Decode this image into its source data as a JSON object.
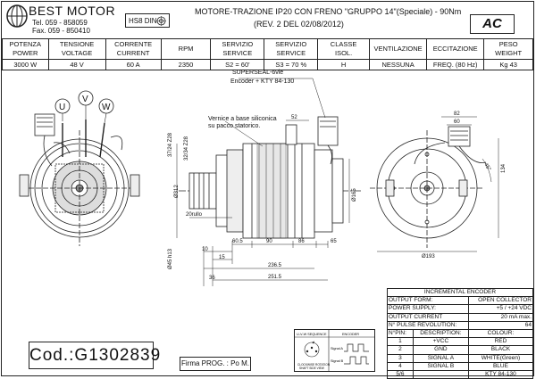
{
  "header": {
    "company": "BEST MOTOR",
    "tel": "Tel. 059 - 858059",
    "fax": "Fax. 059 - 850410",
    "hs_din": "HS8 DIN",
    "title_line1": "MOTORE-TRAZIONE IP20 CON FRENO \"GRUPPO 14\"(Speciale) - 90Nm",
    "title_line2": "(REV. 2 DEL 02/08/2012)",
    "brand": "AC"
  },
  "specs": {
    "columns": [
      {
        "h1": "POTENZA",
        "h2": "POWER",
        "value": "3000 W"
      },
      {
        "h1": "TENSIONE",
        "h2": "VOLTAGE",
        "value": "48 V"
      },
      {
        "h1": "CORRENTE",
        "h2": "CURRENT",
        "value": "60 A"
      },
      {
        "h1": "RPM",
        "h2": "",
        "value": "2350"
      },
      {
        "h1": "SERVIZIO",
        "h2": "SERVICE",
        "value": "S2 = 60'"
      },
      {
        "h1": "SERVIZIO",
        "h2": "SERVICE",
        "value": "S3 = 70 %"
      },
      {
        "h1": "CLASSE",
        "h2": "ISOL.",
        "value": "H"
      },
      {
        "h1": "VENTILAZIONE",
        "h2": "",
        "value": "NESSUNA"
      },
      {
        "h1": "ECCITAZIONE",
        "h2": "",
        "value": "FREQ. (80 Hz)"
      },
      {
        "h1": "PESO",
        "h2": "WEIGHT",
        "value": "Kg 43"
      }
    ]
  },
  "drawing": {
    "uvw": [
      "U",
      "V",
      "W"
    ],
    "superseal": "SUPERSEAL-6vie",
    "encoder_label": "Encoder + KTY 84-130",
    "varnish_1": "Vernice a base siliconica",
    "varnish_2": "su pacco statorico.",
    "dims_side": [
      "60.5",
      "90",
      "86",
      "65",
      "10",
      "15",
      "236.5",
      "36",
      "251.5",
      "52",
      "20",
      "20rullo",
      "Ø312",
      "Ø165"
    ],
    "dims_left_v": [
      "32/34 Z28",
      "37/24 Z28",
      "Ø45 h13"
    ],
    "dims_front": [
      "82",
      "60",
      "134",
      "45°",
      "Ø193"
    ]
  },
  "encoder_table": {
    "title": "INCREMENTAL ENCODER",
    "rows": [
      [
        "OUTPUT FORM:",
        "OPEN COLLECTOR"
      ],
      [
        "POWER SUPPLY:",
        "+5 / +24 VDC"
      ],
      [
        "OUTPUT CURRENT",
        "20 mA  max."
      ],
      [
        "N° PULSE REVOLUTION:",
        "64"
      ]
    ],
    "pin_header": [
      "N°PIN:",
      "DESCRIPTION:",
      "COLOUR:"
    ],
    "pins": [
      [
        "1",
        "+VCC",
        "RED"
      ],
      [
        "2",
        "GND",
        "BLACK"
      ],
      [
        "3",
        "SIGNAL A",
        "WHITE(Green)"
      ],
      [
        "4",
        "SIGNAL B",
        "BLUE"
      ],
      [
        "5/6",
        "",
        "KTY 84-130"
      ]
    ]
  },
  "sequence": {
    "title_left": "U-V-W SEQUENCE",
    "title_right": "ENCODER",
    "signal_a": "Signal A",
    "signal_b": "Signal B",
    "rotation_1": "CLOCKWISE ROTATION",
    "rotation_2": "SHAFT SIDE VIEW"
  },
  "footer": {
    "code": "Cod.:G1302839",
    "firma": "Firma PROG. : Po M."
  }
}
